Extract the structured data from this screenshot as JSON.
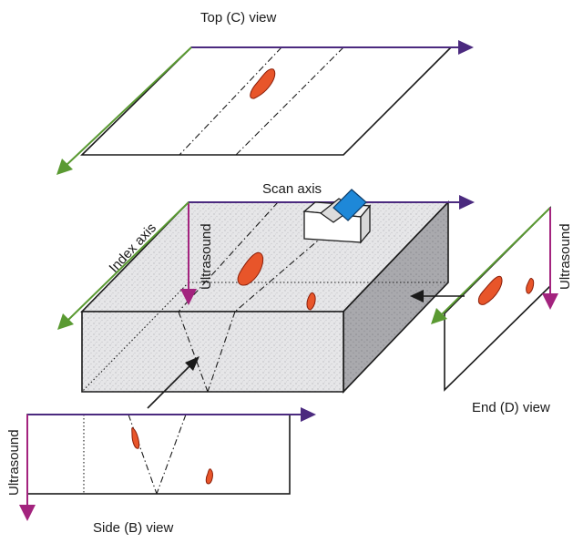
{
  "labels": {
    "top_view": "Top (C) view",
    "scan_axis": "Scan axis",
    "index_axis": "Index axis",
    "ultrasound_block": "Ultrasound",
    "ultrasound_end": "Ultrasound",
    "ultrasound_side": "Ultrasound",
    "end_view": "End (D) view",
    "side_view": "Side (B) view"
  },
  "colors": {
    "scan_arrow": "#4b2a7f",
    "index_arrow": "#5a9a32",
    "ultrasound_arrow": "#a3237e",
    "flaw": "#e8552a",
    "probe_face": "#1e88d8",
    "block_top": "#e4e4e4",
    "block_side": "#9e9ea3"
  },
  "icons": {
    "probe": "ultrasonic-probe-icon",
    "flaw": "flaw-indication-icon"
  }
}
